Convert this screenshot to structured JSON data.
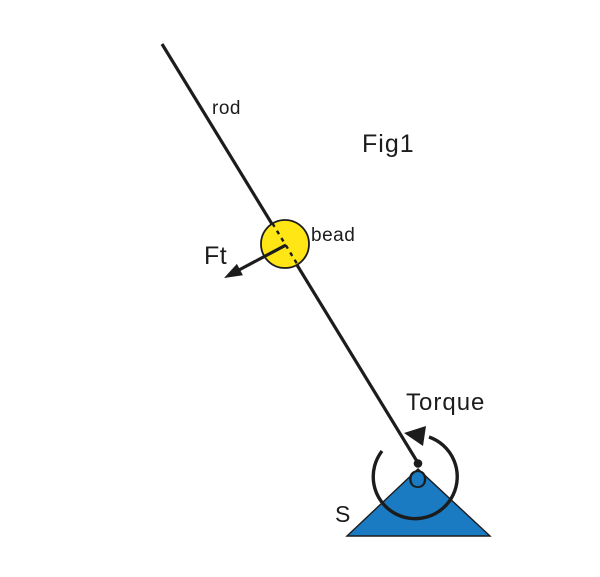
{
  "title": "Fig1",
  "labels": {
    "rod": "rod",
    "bead": "bead",
    "force": "Ft",
    "torque": "Torque",
    "support": "S",
    "origin": "O"
  },
  "colors": {
    "ink": "#1c1c1c",
    "bead_fill": "#ffe614",
    "support_fill": "#1a7bc2",
    "background": "#ffffff"
  }
}
